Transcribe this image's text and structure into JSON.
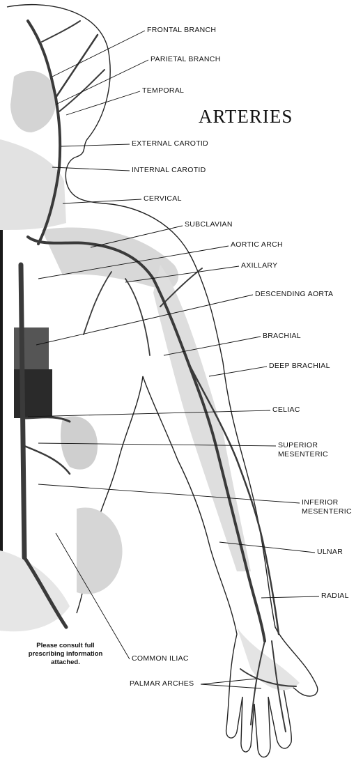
{
  "title": "ARTERIES",
  "note": "Please consult full prescribing information attached.",
  "labels": {
    "frontal_branch": "FRONTAL BRANCH",
    "parietal_branch": "PARIETAL BRANCH",
    "temporal": "TEMPORAL",
    "external_carotid": "EXTERNAL CAROTID",
    "internal_carotid": "INTERNAL CAROTID",
    "cervical": "CERVICAL",
    "subclavian": "SUBCLAVIAN",
    "aortic_arch": "AORTIC ARCH",
    "axillary": "AXILLARY",
    "descending_aorta": "DESCENDING AORTA",
    "brachial": "BRACHIAL",
    "deep_brachial": "DEEP BRACHIAL",
    "celiac": "CELIAC",
    "superior_mesenteric_1": "SUPERIOR",
    "superior_mesenteric_2": "MESENTERIC",
    "inferior_mesenteric_1": "INFERIOR",
    "inferior_mesenteric_2": "MESENTERIC",
    "ulnar": "ULNAR",
    "radial": "RADIAL",
    "common_iliac": "COMMON ILIAC",
    "palmar_arches": "PALMAR ARCHES"
  },
  "colors": {
    "ink": "#111111",
    "artery": "#3a3a3a",
    "skin_shade": "#d9d9d9",
    "organ_shade": "#bdbdbd"
  }
}
